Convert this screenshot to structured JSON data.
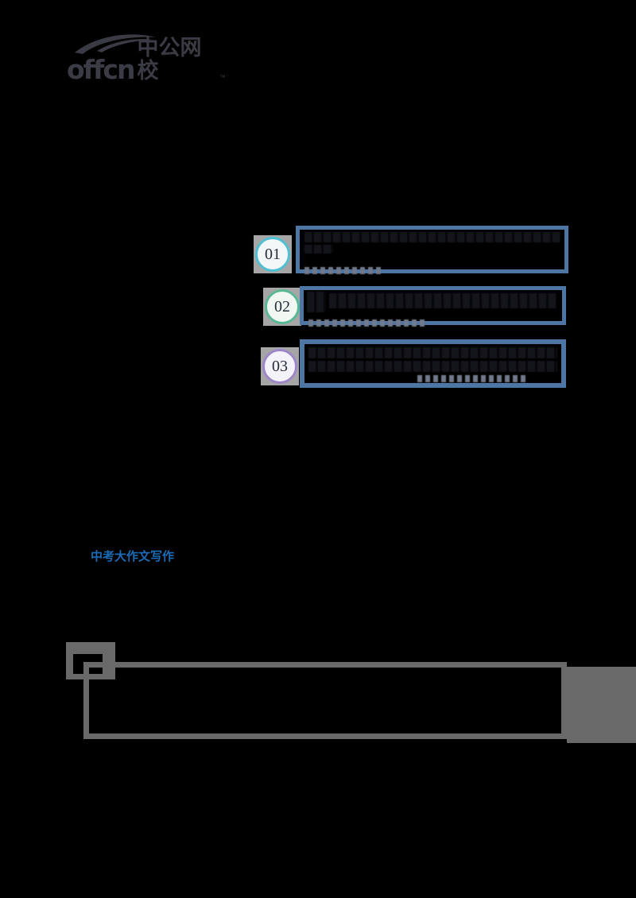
{
  "page": {
    "background": "#000000"
  },
  "logo": {
    "latin": "offcn",
    "cjk": "中公网校",
    "reg_mark": "™",
    "color": "#3b3b45"
  },
  "sections": {
    "box_border_color": "#4d76a4",
    "items": [
      {
        "label": "01",
        "accent": "#4fc0d2"
      },
      {
        "label": "02",
        "accent": "#58b893"
      },
      {
        "label": "03",
        "accent": "#9e86c8"
      }
    ]
  },
  "heading": {
    "text": "中考大作文写作",
    "color": "#1b6cb8"
  },
  "frame": {
    "color": "#696969"
  }
}
